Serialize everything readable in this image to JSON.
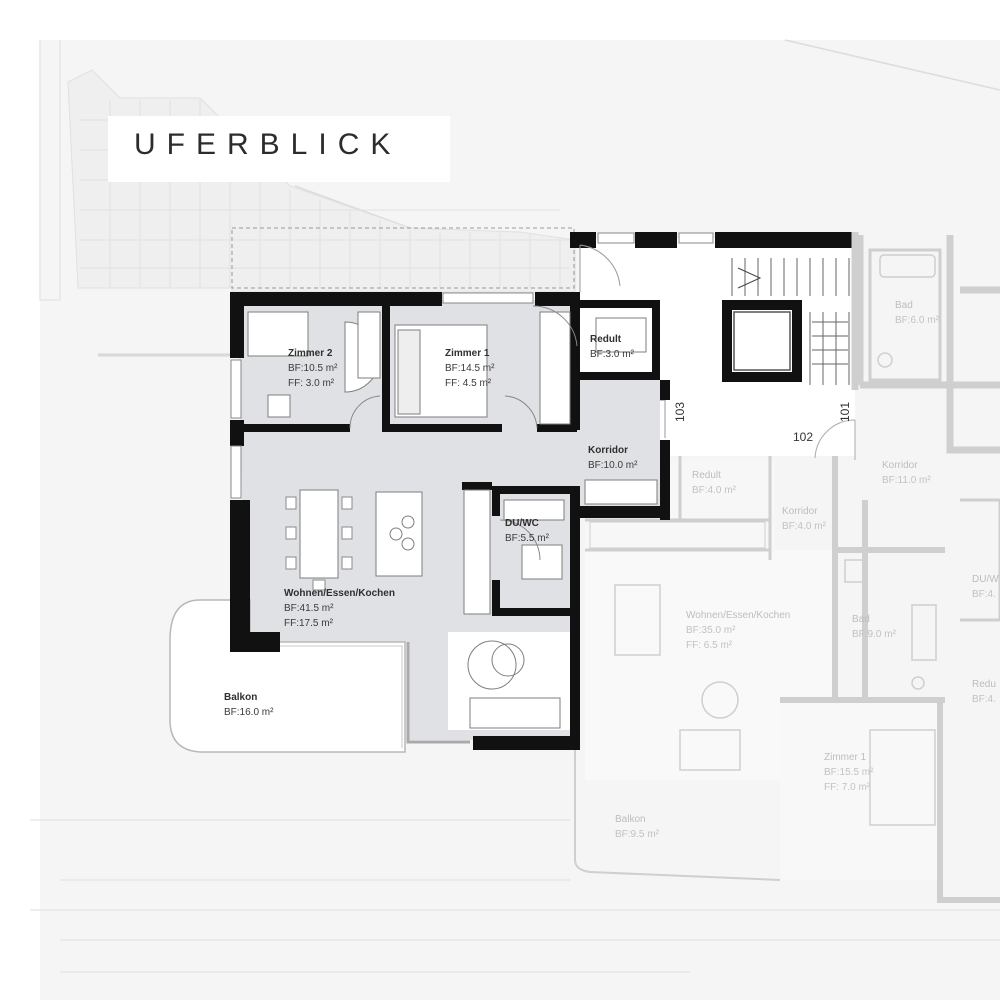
{
  "brand": "UFERBLICK",
  "colors": {
    "wall": "#111111",
    "floor": "#dfe1e4",
    "neighbour_wall": "#c8c8c8",
    "ground": "#f3f3f3",
    "line": "#9a9a9a"
  },
  "rooms": [
    {
      "id": "zimmer2",
      "name": "Zimmer 2",
      "bf": "BF:10.5 m²",
      "ff": "FF:  3.0 m²"
    },
    {
      "id": "zimmer1",
      "name": "Zimmer 1",
      "bf": "BF:14.5 m²",
      "ff": "FF:  4.5 m²"
    },
    {
      "id": "redult",
      "name": "Redult",
      "bf": "BF:3.0 m²"
    },
    {
      "id": "korridor",
      "name": "Korridor",
      "bf": "BF:10.0 m²"
    },
    {
      "id": "duwc",
      "name": "DU/WC",
      "bf": "BF:5.5 m²"
    },
    {
      "id": "wohnen",
      "name": "Wohnen/Essen/Kochen",
      "bf": "BF:41.5 m²",
      "ff": "FF:17.5 m²"
    },
    {
      "id": "balkon",
      "name": "Balkon",
      "bf": "BF:16.0 m²"
    }
  ],
  "neighbour_rooms": [
    {
      "id": "n-bad1",
      "name": "Bad",
      "bf": "BF:6.0 m²"
    },
    {
      "id": "n-korridor1",
      "name": "Korridor",
      "bf": "BF:11.0 m²"
    },
    {
      "id": "n-redult",
      "name": "Redult",
      "bf": "BF:4.0 m²"
    },
    {
      "id": "n-korridor2",
      "name": "Korridor",
      "bf": "BF:4.0 m²"
    },
    {
      "id": "n-wohnen",
      "name": "Wohnen/Essen/Kochen",
      "bf": "BF:35.0 m²",
      "ff": "FF:  6.5 m²"
    },
    {
      "id": "n-bad2",
      "name": "Bad",
      "bf": "BF:9.0 m²"
    },
    {
      "id": "n-zimmer1",
      "name": "Zimmer 1",
      "bf": "BF:15.5 m²",
      "ff": "FF:  7.0 m²"
    },
    {
      "id": "n-balkon",
      "name": "Balkon",
      "bf": "BF:9.5 m²"
    },
    {
      "id": "n-duwc",
      "name": "DU/W",
      "bf": "BF:4."
    },
    {
      "id": "n-redu",
      "name": "Redu",
      "bf": "BF:4."
    }
  ],
  "door_numbers": [
    "101",
    "102",
    "103"
  ]
}
